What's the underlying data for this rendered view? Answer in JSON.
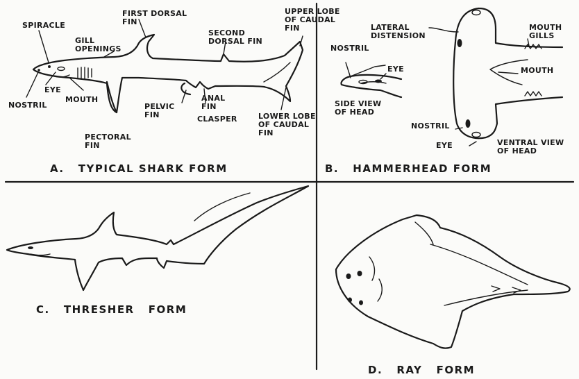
{
  "panels": {
    "a": {
      "caption": "A.   TYPICAL SHARK FORM",
      "labels": {
        "spiracle": "SPIRACLE",
        "first_dorsal_fin": "FIRST DORSAL\nFIN",
        "gill_openings": "GILL\nOPENINGS",
        "second_dorsal_fin": "SECOND\nDORSAL FIN",
        "upper_lobe": "UPPER LOBE\nOF CAUDAL\nFIN",
        "eye": "EYE",
        "nostril": "NOSTRIL",
        "mouth": "MOUTH",
        "pelvic_fin": "PELVIC\nFIN",
        "anal_fin": "ANAL\nFIN",
        "clasper": "CLASPER",
        "lower_lobe": "LOWER LOBE\nOF CAUDAL\nFIN",
        "pectoral_fin": "PECTORAL\nFIN"
      }
    },
    "b": {
      "caption": "B.   HAMMERHEAD FORM",
      "labels": {
        "lateral_distension": "LATERAL\nDISTENSION",
        "nostril_side": "NOSTRIL",
        "eye_side": "EYE",
        "side_view": "SIDE VIEW\nOF HEAD",
        "mouth_gills": "MOUTH\nGILLS",
        "mouth": "MOUTH",
        "nostril_ventral": "NOSTRIL",
        "eye_ventral": "EYE",
        "ventral_view": "VENTRAL VIEW\nOF HEAD"
      }
    },
    "c": {
      "caption": "C.   THRESHER   FORM"
    },
    "d": {
      "caption": "D.   RAY   FORM"
    }
  },
  "colors": {
    "ink": "#1a1a1a",
    "paper": "#fbfbf9"
  }
}
